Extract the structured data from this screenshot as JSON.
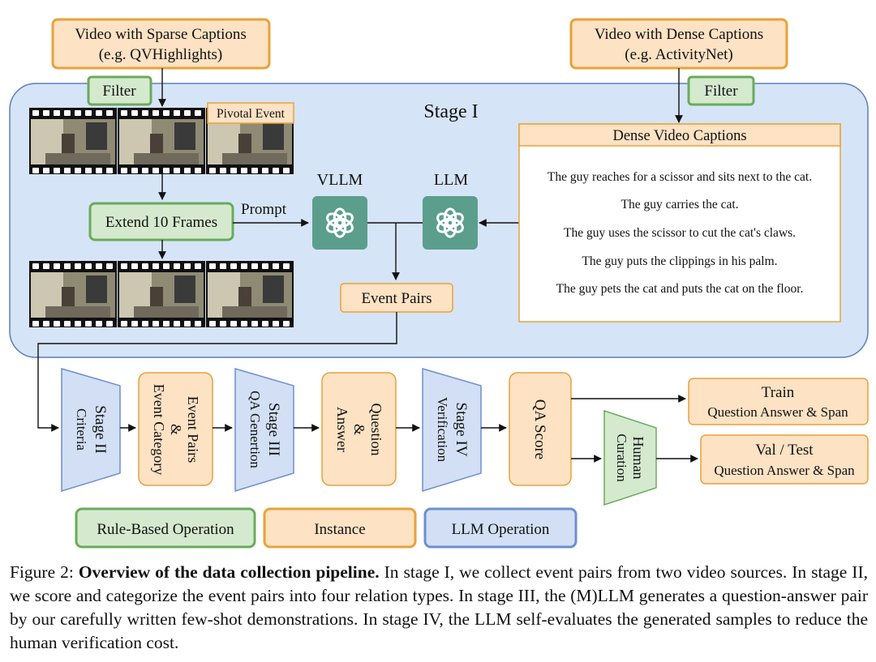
{
  "sources": {
    "sparse": {
      "line1": "Video with Sparse Captions",
      "line2": "(e.g. QVHighlights)"
    },
    "dense": {
      "line1": "Video with Dense Captions",
      "line2": "(e.g. ActivityNet)"
    }
  },
  "filter_label": "Filter",
  "stage1": {
    "title": "Stage I",
    "pivotal_event": "Pivotal Event",
    "extend_frames": "Extend 10 Frames",
    "prompt": "Prompt",
    "vllm": "VLLM",
    "llm": "LLM",
    "event_pairs": "Event Pairs",
    "dense_captions_title": "Dense Video Captions",
    "dense_captions": [
      "The guy reaches for a scissor and sits next to the cat.",
      "The guy carries the cat.",
      "The guy uses the scissor to cut the cat's claws.",
      "The guy puts the clippings in his palm.",
      "The guy pets the cat  and puts the cat on the floor."
    ]
  },
  "pipeline": {
    "stage2": {
      "line1": "Stage II",
      "line2": "Criteria"
    },
    "event_pairs_cat": {
      "line1": "Event Pairs",
      "line2": "&",
      "line3": "Event Category"
    },
    "stage3": {
      "line1": "Stage III",
      "line2": "QA Genertion"
    },
    "qa": {
      "line1": "Question",
      "line2": "&",
      "line3": "Answer"
    },
    "stage4": {
      "line1": "Stage IV",
      "line2": "Verification"
    },
    "qa_score": "QA Score",
    "human": {
      "line1": "Human",
      "line2": "Curation"
    },
    "train": {
      "line1": "Train",
      "line2": "Question Answer & Span"
    },
    "valtest": {
      "line1": "Val / Test",
      "line2": "Question Answer & Span"
    }
  },
  "legend": {
    "rule": "Rule-Based Operation",
    "instance": "Instance",
    "llm_op": "LLM Operation"
  },
  "caption": {
    "prefix": "Figure 2: ",
    "bold": "Overview of the data collection pipeline.",
    "rest": " In stage I, we collect event pairs from two video sources. In stage II, we score and categorize the event pairs into four relation types. In stage III, the (M)LLM generates a question-answer pair by our carefully written few-shot demonstrations. In stage IV, the LLM self-evaluates the generated samples to reduce the human verification cost."
  },
  "colors": {
    "stage_bg": "#d6e4f8",
    "stage_border": "#5a7fb8",
    "instance_fill": "#fde2c4",
    "instance_border": "#e8a23a",
    "rule_fill": "#d5e9cf",
    "rule_border": "#6aab5b",
    "llm_fill": "#d2dff5",
    "llm_border": "#6d8fcf",
    "gpt_fill": "#5b9e8c"
  }
}
